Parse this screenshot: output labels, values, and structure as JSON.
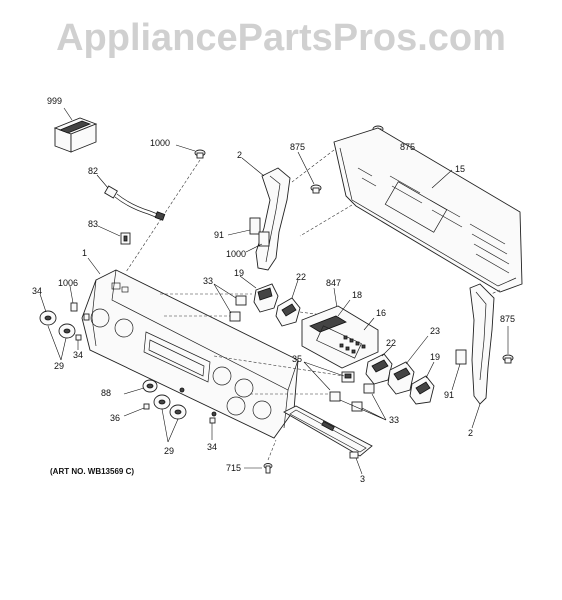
{
  "watermark": "AppliancePartsPros.com",
  "art_number": "(ART NO. WB13569 C)",
  "callouts": {
    "c999": "999",
    "c1000a": "1000",
    "c1000b": "1000",
    "c875a": "875",
    "c875b": "875",
    "c875c": "875",
    "c2a": "2",
    "c2b": "2",
    "c15": "15",
    "c82": "82",
    "c83": "83",
    "c91a": "91",
    "c91b": "91",
    "c1": "1",
    "c1006": "1006",
    "c34a": "34",
    "c34b": "34",
    "c34c": "34",
    "c29a": "29",
    "c29b": "29",
    "c33a": "33",
    "c33b": "33",
    "c19a": "19",
    "c19b": "19",
    "c22a": "22",
    "c22b": "22",
    "c847": "847",
    "c18": "18",
    "c16": "16",
    "c23": "23",
    "c35": "35",
    "c88": "88",
    "c36": "36",
    "c715": "715",
    "c3": "3"
  }
}
